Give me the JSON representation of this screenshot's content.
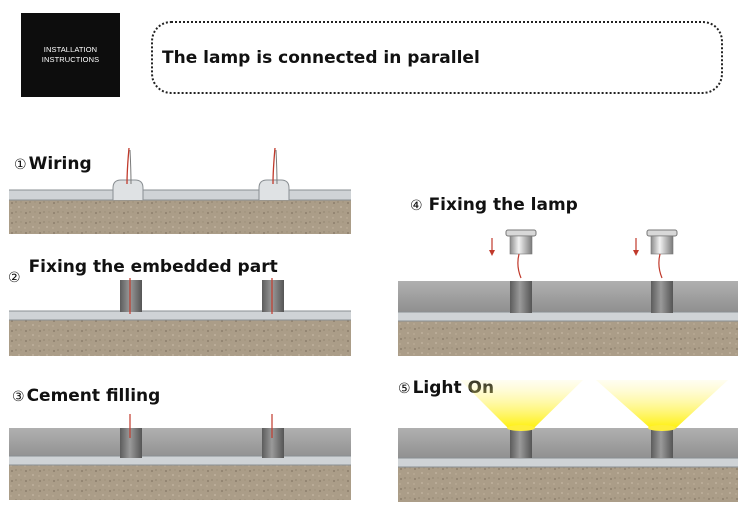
{
  "badge": {
    "text": "INSTALLATION\nINSTRUCTIONS"
  },
  "headline": "The lamp is connected in parallel",
  "steps": [
    {
      "number": "①",
      "title": "Wiring"
    },
    {
      "number": "②",
      "title": "Fixing the embedded part"
    },
    {
      "number": "③",
      "title": "Cement filling"
    },
    {
      "number": "④",
      "title": "Fixing the lamp"
    },
    {
      "number": "⑤",
      "title": "Light On"
    }
  ],
  "colors": {
    "soil": "#a89a86",
    "cement": "#9c9c9c",
    "pipe": "#cfd3d6",
    "sleeve": "#7a7a7a",
    "wire": "#c0392b",
    "light": "#fff27a"
  }
}
